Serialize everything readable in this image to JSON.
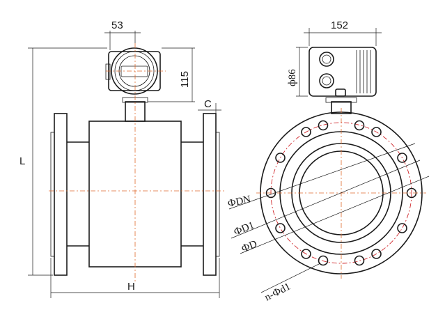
{
  "dimensions": {
    "terminal_width": "53",
    "terminal_height": "115",
    "flange_thickness": "C",
    "overall_length": "L",
    "overall_height": "H",
    "head_width": "152",
    "head_depth": "ф86",
    "nominal_diameter": "ФDN",
    "bolt_circle": "ФD1",
    "flange_diameter": "ФD",
    "bolt_holes": "n-Фd1"
  },
  "colors": {
    "outline": "#1a1a1a",
    "center_line": "#e06a2c",
    "bolt_circle_line": "#d0282c"
  }
}
